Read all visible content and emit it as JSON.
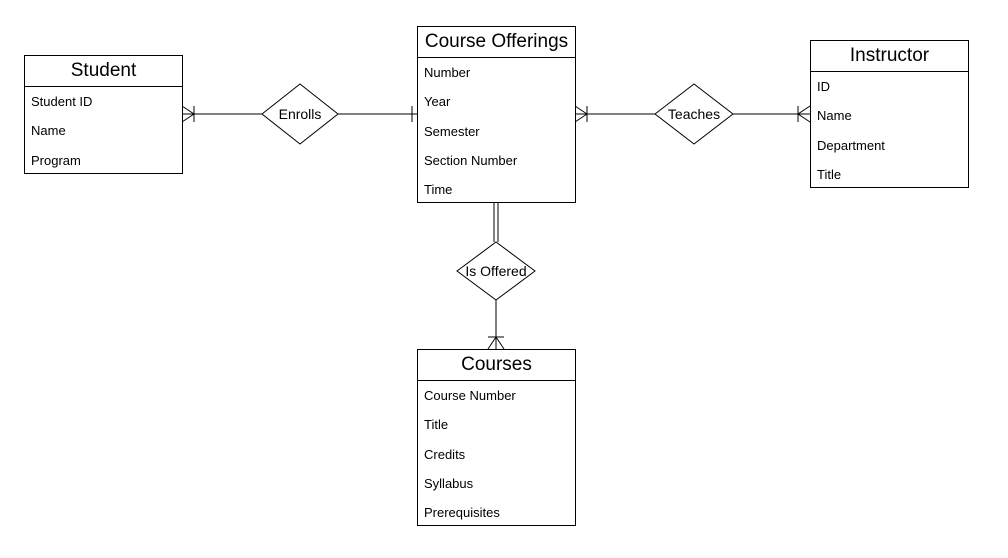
{
  "entities": {
    "student": {
      "title": "Student",
      "attributes": [
        "Student ID",
        "Name",
        "Program"
      ]
    },
    "offerings": {
      "title": "Course Offerings",
      "attributes": [
        "Number",
        "Year",
        "Semester",
        "Section Number",
        "Time"
      ]
    },
    "instructor": {
      "title": "Instructor",
      "attributes": [
        "ID",
        "Name",
        "Department",
        "Title"
      ]
    },
    "courses": {
      "title": "Courses",
      "attributes": [
        "Course Number",
        "Title",
        "Credits",
        "Syllabus",
        "Prerequisites"
      ]
    }
  },
  "relationships": {
    "enrolls": "Enrolls",
    "teaches": "Teaches",
    "is_offered": "Is Offered"
  }
}
